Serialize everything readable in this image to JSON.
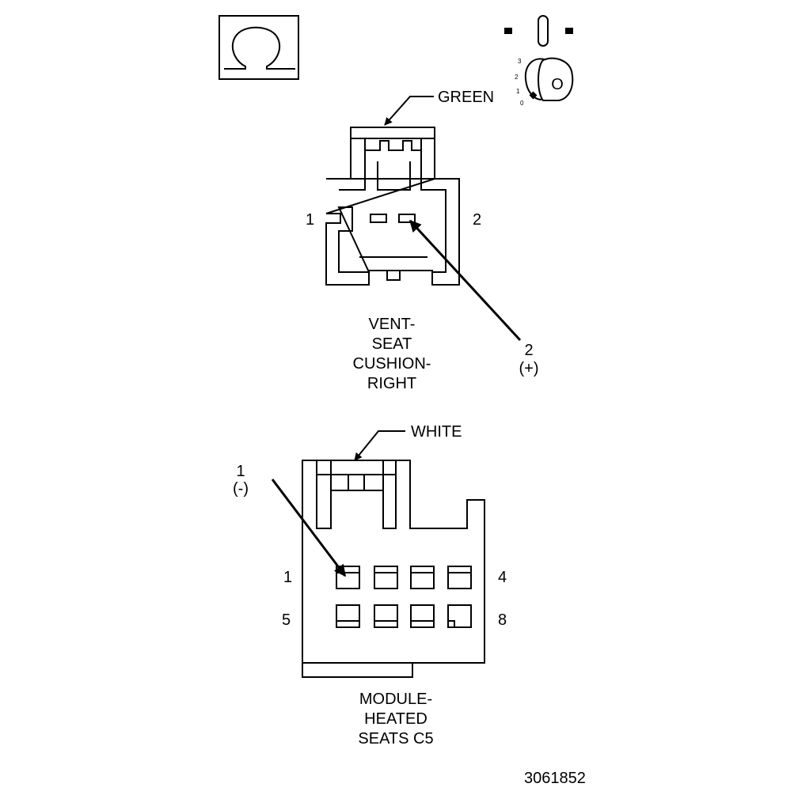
{
  "symbols": {
    "ohm_icon": "ohm-meter-symbol",
    "ignition_icon": "ignition-key-off-position",
    "ignition_key_letter": "O",
    "ignition_positions": [
      "3",
      "2",
      "1",
      "0"
    ]
  },
  "connector_top": {
    "wire_color": "GREEN",
    "pin_left": "1",
    "pin_right": "2",
    "callout_pin": "2",
    "callout_polarity": "(+)",
    "name_lines": [
      "VENT-",
      "SEAT",
      "CUSHION-",
      "RIGHT"
    ]
  },
  "connector_bottom": {
    "wire_color": "WHITE",
    "callout_pin": "1",
    "callout_polarity": "(-)",
    "pin_top_left": "1",
    "pin_top_right": "4",
    "pin_bottom_left": "5",
    "pin_bottom_right": "8",
    "name_lines": [
      "MODULE-",
      "HEATED",
      "SEATS C5"
    ]
  },
  "figure_number": "3061852",
  "colors": {
    "line": "#000000",
    "background": "#ffffff"
  }
}
